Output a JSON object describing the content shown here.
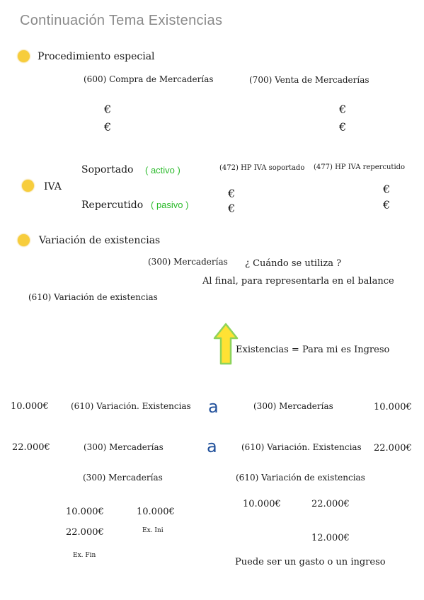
{
  "title": "Continuación Tema Existencias",
  "section1": {
    "heading": "Procedimiento especial",
    "compra": "(600) Compra de Mercaderías",
    "venta": "(700) Venta de Mercaderías",
    "euro": "€"
  },
  "iva": {
    "label": "IVA",
    "soportado": "Soportado",
    "soportado_note": "( activo )",
    "repercutido": "Repercutido",
    "repercutido_note": "( pasivo )",
    "acc_soportado": "(472) HP IVA soportado",
    "acc_repercutido": "(477) HP IVA repercutido",
    "euro": "€"
  },
  "variacion": {
    "heading": "Variación de existencias",
    "mercaderias": "(300) Mercaderías",
    "question": "¿ Cuándo se utiliza ?",
    "answer": "Al final, para representarla en el balance",
    "var_existencias": "(610) Variación de existencias",
    "arrow_note": "Existencias = Para mi es Ingreso",
    "colors": {
      "arrow_fill": "#ffe234",
      "arrow_border": "#8ed35a"
    }
  },
  "asientos": [
    {
      "left_amount": "10.000€",
      "debit": "(610) Variación. Existencias",
      "connector": "a",
      "credit": "(300) Mercaderías",
      "right_amount": "10.000€"
    },
    {
      "left_amount": "22.000€",
      "debit": "(300) Mercaderías",
      "connector": "a",
      "credit": "(610) Variación. Existencias",
      "right_amount": "22.000€"
    }
  ],
  "t_accounts": {
    "mercaderias": {
      "title": "(300) Mercaderías",
      "debe": [
        "10.000€",
        "22.000€"
      ],
      "haber": [
        "10.000€"
      ],
      "ex_ini": "Ex. Ini",
      "ex_fin": "Ex. Fin"
    },
    "variacion": {
      "title": "(610) Variación de existencias",
      "debe": [
        "10.000€"
      ],
      "haber": [
        "22.000€"
      ],
      "saldo": "12.000€",
      "note": "Puede ser un gasto o un ingreso"
    }
  }
}
